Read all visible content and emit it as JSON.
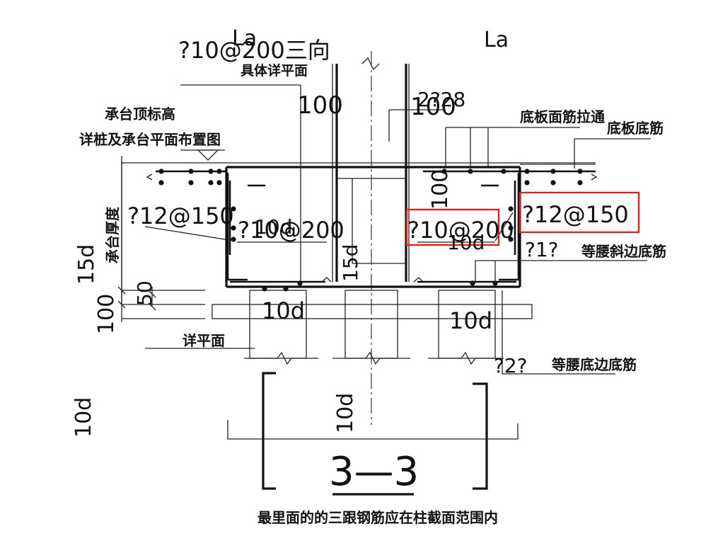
{
  "labels": {
    "la_left": "La",
    "la_right": "La",
    "stirrup_top": "?10@200三向",
    "see_plan_detail": "具体详平面",
    "dim_100_left": "100",
    "dim_100_right": "100",
    "rebar_228": "2?28",
    "pile_cap_top_elev": "承台顶标高",
    "pile_cap_layout_ref": "详桩及承台平面布置图",
    "slab_top_bars": "底板面筋拉通",
    "slab_bottom_bars": "底板底筋",
    "side_bar_left": "?12@150",
    "side_bar_right": "?12@150",
    "tie_left": "?10@200",
    "tie_right": "?10@200",
    "len_10d_a": "10d",
    "len_10d_b": "10d",
    "len_10d_c": "10d",
    "len_10d_d": "10d",
    "len_10d_e": "10d",
    "len_15d_col": "15d",
    "len_15d_side": "15d",
    "rebar_1": "?1?",
    "slope_bottom_bar": "等腰斜边底筋",
    "cap_thickness": "承台厚度",
    "dim_50": "50",
    "dim_100_bottom": "100",
    "see_plan": "详平面",
    "rebar_2": "?2?",
    "bottom_side_bar": "等腰底边底筋",
    "section_id": "3—3",
    "footnote": "最里面的的三跟钢筋应在柱截面范围内"
  },
  "colors": {
    "line": "#111111",
    "highlight": "#e02020"
  }
}
